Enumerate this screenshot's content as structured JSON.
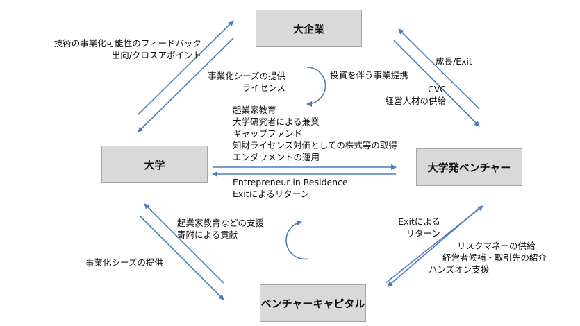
{
  "boxes": {
    "large_company": "大企業",
    "university": "大学",
    "startup": "大学発ベンチャー",
    "vc": "ベンチャーキャピタル"
  },
  "labels": {
    "feedback": [
      "技術の事業化可能性のフィードバック",
      "出向/クロスアポイント"
    ],
    "seeds_license": [
      "事業化シーズの提供",
      "ライセンス"
    ],
    "investment_partnership": [
      "投資を伴う事業提携"
    ],
    "growth_exit": [
      "成長/Exit"
    ],
    "cvc": [
      "CVC",
      "経営人材の供給"
    ],
    "univ_to_startup": [
      "起業家教育",
      "大学研究者による兼業",
      "ギャップファンド",
      "知財ライセンス対価としての株式等の取得",
      "エンダウメントの運用"
    ],
    "startup_to_univ": [
      "Entrepreneur in Residence",
      "Exitによるリターン"
    ],
    "vc_to_univ": [
      "起業家教育などの支援",
      "寄附による貢献"
    ],
    "univ_to_vc": [
      "事業化シーズの提供"
    ],
    "exit_return": [
      "Exitによる",
      "リターン"
    ],
    "vc_to_startup": [
      "リスクマネーの供給",
      "経営者候補・取引先の紹介",
      "ハンズオン支援"
    ]
  },
  "colors": {
    "arrow": "#4a7ebb",
    "box_fill": "#d9d9d9",
    "box_border": "#a6a6a6"
  }
}
